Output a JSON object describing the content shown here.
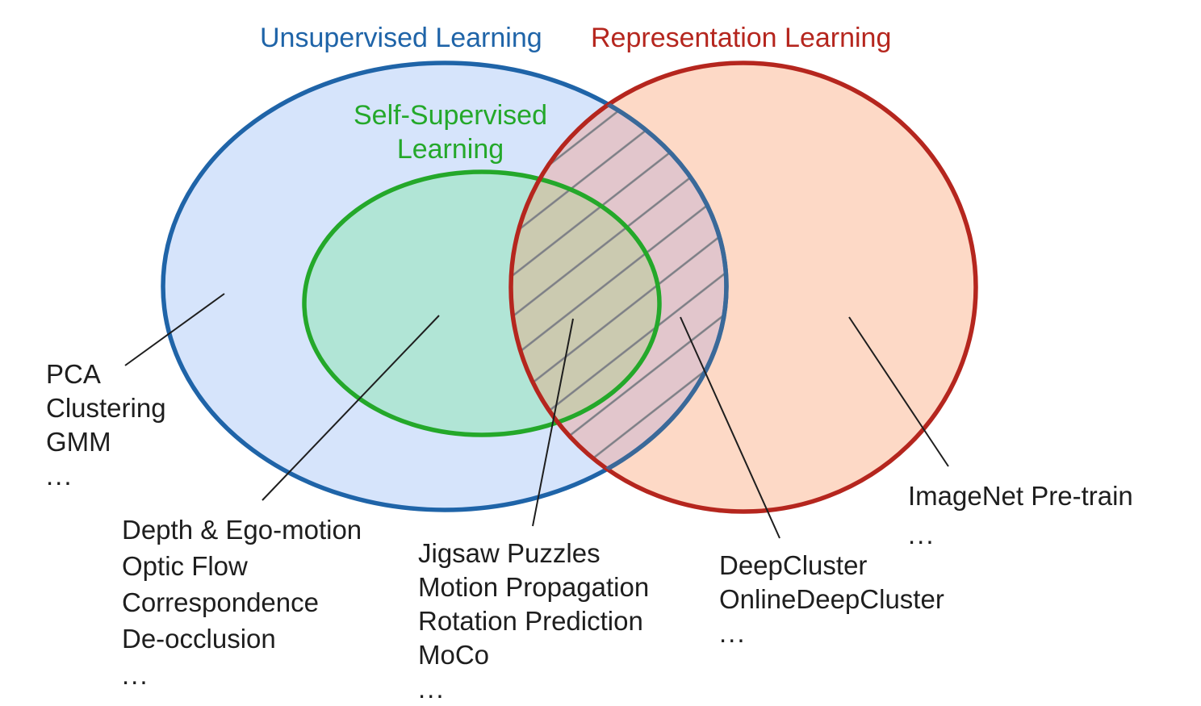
{
  "diagram": {
    "type": "venn",
    "colors": {
      "unsupervised": "#1f64a8",
      "representation": "#b5261e",
      "self_supervised": "#24a82a",
      "unsupervised_fill": "#d6e4fb",
      "representation_fill": "#fdd9c6",
      "self_supervised_fill": "#b1e5d6",
      "text": "#1e1e1e",
      "hatch": "#7d7f86"
    },
    "sets": {
      "unsupervised": {
        "title": "Unsupervised Learning"
      },
      "representation": {
        "title": "Representation Learning"
      },
      "self_supervised": {
        "title_line1": "Self-Supervised",
        "title_line2": "Learning"
      }
    },
    "groups": {
      "unsupervised_only": {
        "items": [
          "PCA",
          "Clustering",
          "GMM",
          "..."
        ]
      },
      "self_supervised_only": {
        "items": [
          "Depth & Ego-motion",
          "Optic Flow",
          "Correspondence",
          "De-occlusion",
          "..."
        ]
      },
      "self_supervised_and_representation": {
        "items": [
          "Jigsaw Puzzles",
          "Motion Propagation",
          "Rotation Prediction",
          "MoCo",
          "..."
        ]
      },
      "unsupervised_and_representation": {
        "items": [
          "DeepCluster",
          "OnlineDeepCluster",
          "..."
        ]
      },
      "representation_only": {
        "items": [
          "ImageNet Pre-train",
          "..."
        ]
      }
    }
  }
}
